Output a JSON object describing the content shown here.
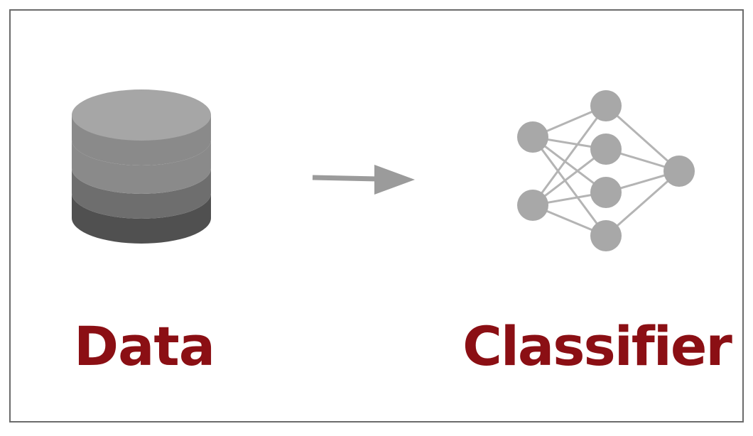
{
  "labels": {
    "data": "Data",
    "classifier": "Classifier"
  },
  "colors": {
    "label": "#8b0f14",
    "frame": "#6b6b6b",
    "arrow": "#9b9b9b",
    "network_node": "#a8a8a8",
    "network_edge": "#b4b4b4",
    "db_top": "#a6a6a6",
    "db_band1": "#8a8a8a",
    "db_band2": "#6e6e6e",
    "db_band3": "#505050"
  },
  "icons": {
    "data": "database-icon",
    "flow": "right-arrow-icon",
    "classifier": "neural-network-icon"
  },
  "network": {
    "layers": [
      2,
      4,
      1
    ]
  }
}
